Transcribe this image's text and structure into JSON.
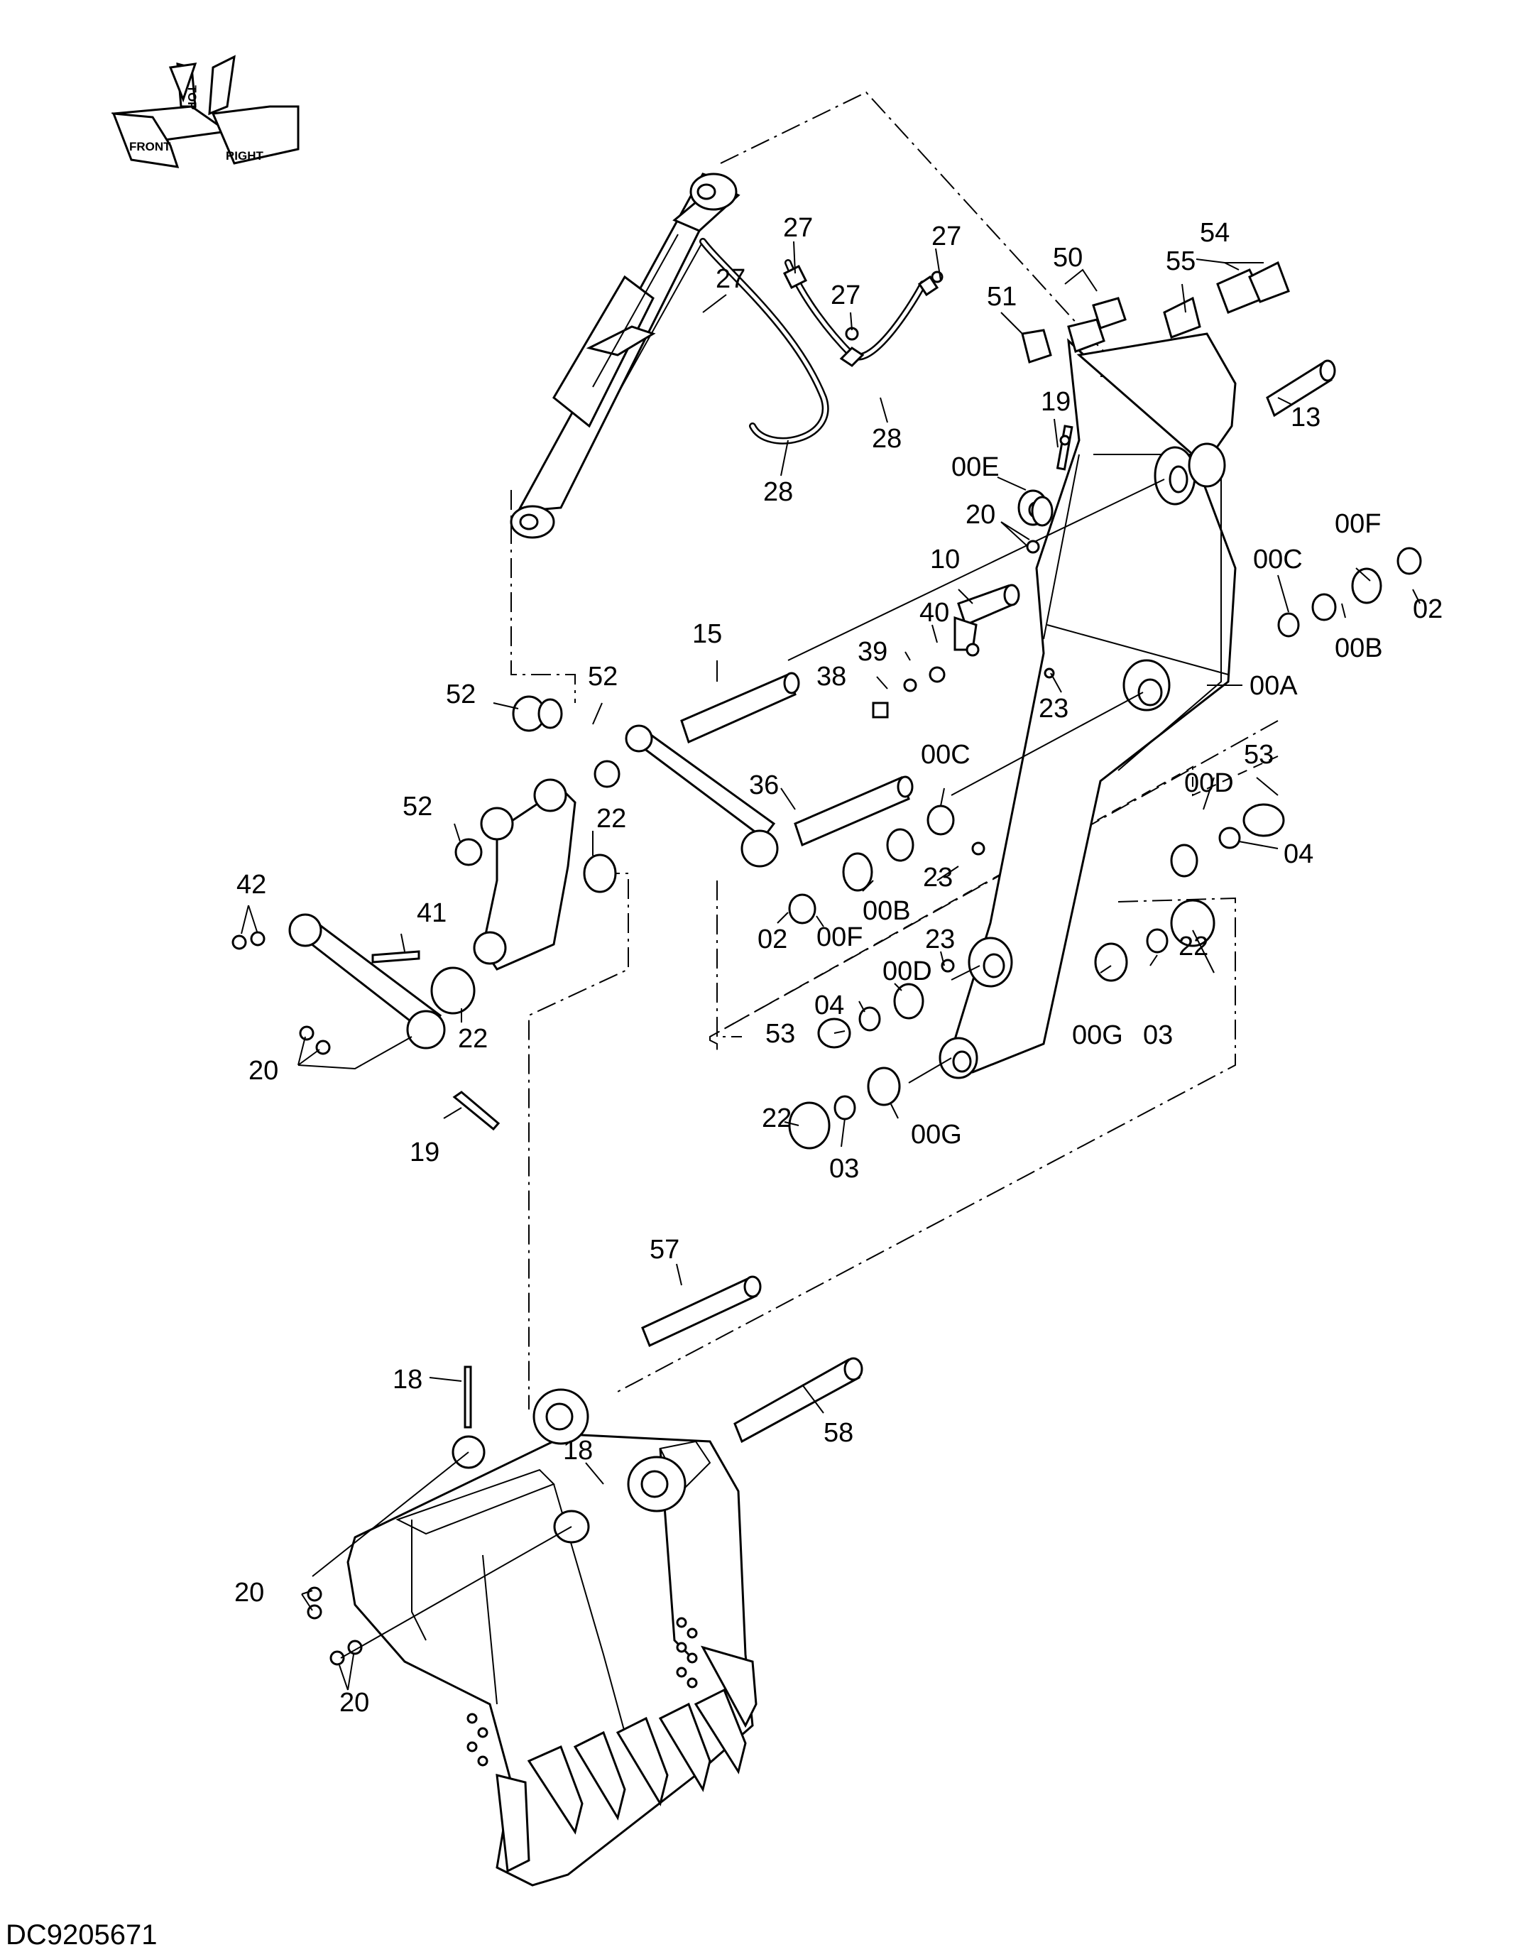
{
  "orientation_labels": {
    "front": "FRONT",
    "top": "TOP",
    "right": "RIGHT"
  },
  "drawing_id": "DC9205671",
  "callouts": {
    "c01": "27",
    "c02": "27",
    "c03": "27",
    "c04": "27",
    "c05": "28",
    "c06": "28",
    "c07": "50",
    "c08": "54",
    "c09": "55",
    "c10": "51",
    "c11": "13",
    "c12": "19",
    "c13": "00E",
    "c14": "20",
    "c15": "10",
    "c16": "00F",
    "c17": "00C",
    "c18": "02",
    "c19": "00B",
    "c20": "40",
    "c21": "39",
    "c22": "38",
    "c23": "15",
    "c24": "23",
    "c25": "00A",
    "c26": "52",
    "c27": "52",
    "c28": "52",
    "c29": "36",
    "c30": "00C",
    "c31": "53",
    "c32": "00D",
    "c33": "04",
    "c34": "22",
    "c35": "42",
    "c36": "41",
    "c37": "22",
    "c38": "23",
    "c39": "00B",
    "c40": "00F",
    "c41": "02",
    "c42": "23",
    "c43": "00D",
    "c44": "04",
    "c45": "53",
    "c46": "22",
    "c47": "00G",
    "c48": "03",
    "c49": "22",
    "c50": "20",
    "c51": "19",
    "c52": "22",
    "c53": "03",
    "c54": "00G",
    "c55": "57",
    "c56": "18",
    "c57": "18",
    "c58": "58",
    "c59": "20",
    "c60": "20"
  }
}
